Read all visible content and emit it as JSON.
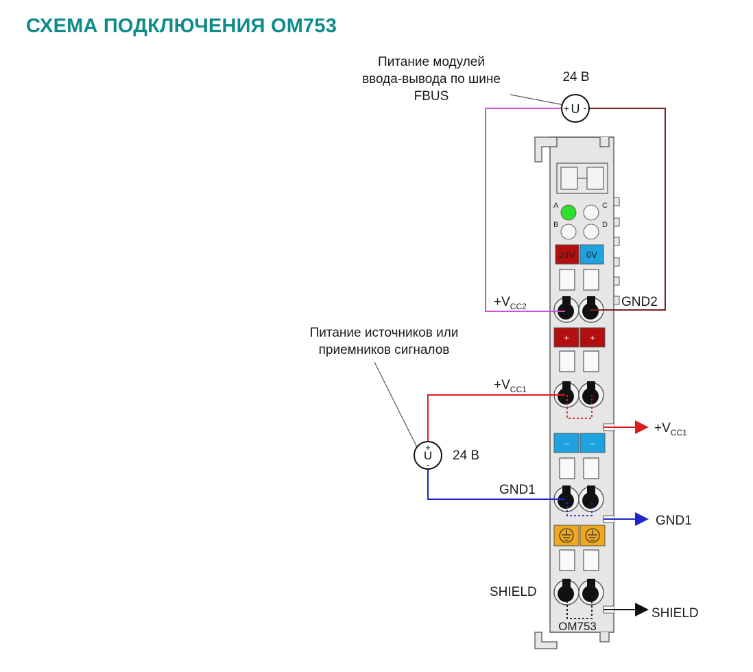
{
  "title": "СХЕМА ПОДКЛЮЧЕНИЯ OM753",
  "fbus_note": [
    "Питание модулей",
    "ввода-вывода по шине",
    "FBUS"
  ],
  "fbus_voltage": "24 В",
  "source_glyph": "U",
  "signal_note": [
    "Питание источников или",
    "приемников сигналов"
  ],
  "signal_voltage": "24 В",
  "leds": [
    "A",
    "B",
    "C",
    "D"
  ],
  "chips": {
    "supply_plus": "24V",
    "supply_minus": "0V",
    "plus": "+",
    "minus": "–"
  },
  "terminals": {
    "vcc2": {
      "main": "+V",
      "sub": "CC2"
    },
    "gnd2": "GND2",
    "vcc1": {
      "main": "+V",
      "sub": "CC1"
    },
    "gnd1": "GND1",
    "shield": "SHIELD"
  },
  "outputs": {
    "vcc1": {
      "main": "+V",
      "sub": "CC1"
    },
    "gnd1": "GND1",
    "shield": "SHIELD"
  },
  "module_name": "OM753",
  "colors": {
    "title": "#0e8a8a",
    "vcc2_wire": "#d24ed2",
    "gnd2_wire": "#7a1f1f",
    "vcc1_wire": "#d81e1e",
    "gnd1_wire": "#1e28c8",
    "red_chip": "#b30f0f",
    "blue_chip": "#1ea3e0",
    "ground_chip": "#f0a81e",
    "led_on": "#2ce02c",
    "housing": "#e6e6e6"
  }
}
